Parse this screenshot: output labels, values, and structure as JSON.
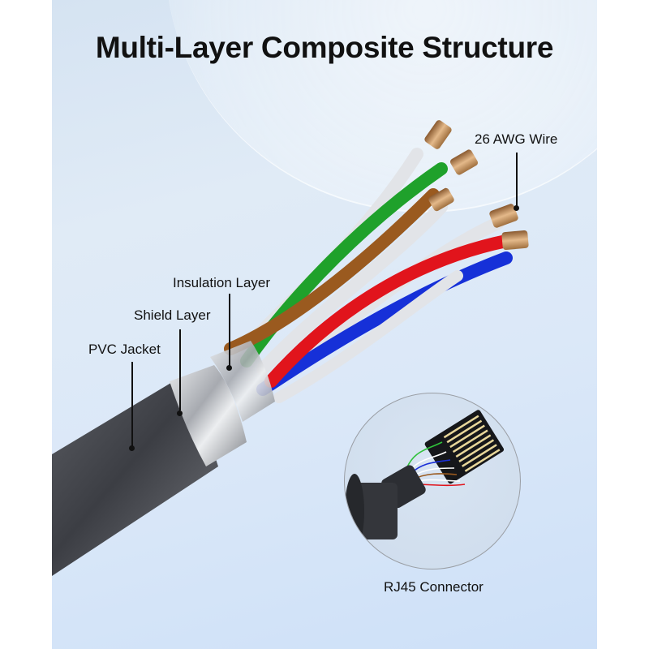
{
  "title": "Multi-Layer Composite Structure",
  "labels": {
    "insulation": "Insulation Layer",
    "shield": "Shield Layer",
    "jacket": "PVC Jacket",
    "wire": "26 AWG Wire",
    "connector": "RJ45 Connector"
  },
  "colors": {
    "background_top": "#d5e3f2",
    "background_bottom": "#cde0f8",
    "jacket": "#4a4c52",
    "shield": "#b9bcc1",
    "wire_green": "#1fa12b",
    "wire_brown": "#9a5a1f",
    "wire_red": "#e1141c",
    "wire_blue": "#1630d8",
    "wire_white": "#e4e6ea",
    "copper": "#c9935f",
    "text": "#111111"
  }
}
